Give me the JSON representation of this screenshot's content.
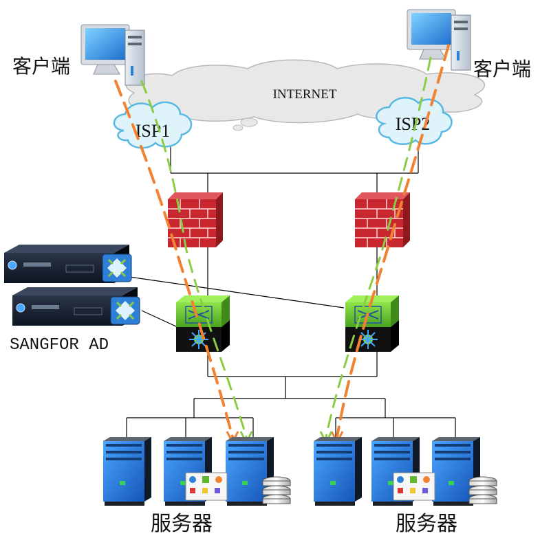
{
  "labels": {
    "client_left": "客户端",
    "client_right": "客户端",
    "internet": "INTERNET",
    "isp1": "ISP1",
    "isp2": "ISP2",
    "device": "SANGFOR AD",
    "servers_left": "服务器",
    "servers_right": "服务器"
  },
  "colors": {
    "flow_primary": "#f28232",
    "flow_secondary": "#8ccc44",
    "cloud_fill": "#e8e8e8",
    "isp_cloud_fill": "#dff3fb",
    "firewall_red": "#c8272f",
    "switch_green": "#5fb92f",
    "server_blue": "#2e7fd6"
  },
  "icons": [
    "desktop-computer-icon",
    "cloud-icon",
    "firewall-icon",
    "layer3-switch-icon",
    "load-balancer-appliance-icon",
    "tower-server-icon",
    "database-stack-icon"
  ]
}
